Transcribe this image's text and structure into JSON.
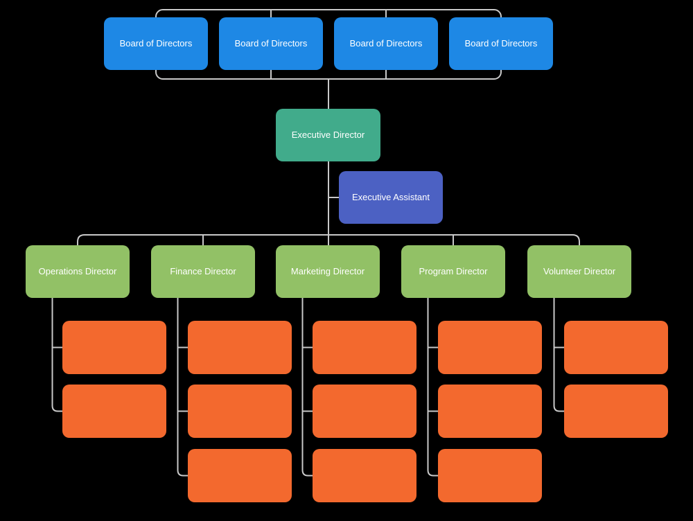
{
  "colors": {
    "background": "#000000",
    "connector": "#c9c9c9",
    "text": "#ffffff",
    "board_fill": "#1e88e5",
    "executive_fill": "#41ab8b",
    "assistant_fill": "#4c61c3",
    "director_fill": "#92c166",
    "staff_fill": "#f3692e"
  },
  "org_chart": {
    "board_members": [
      {
        "label": "Board of Directors"
      },
      {
        "label": "Board of Directors"
      },
      {
        "label": "Board of Directors"
      },
      {
        "label": "Board of Directors"
      }
    ],
    "executive": {
      "label": "Executive Director"
    },
    "assistant": {
      "label": "Executive Assistant"
    },
    "directors": [
      {
        "label": "Operations Director",
        "staff_count": 2
      },
      {
        "label": "Finance Director",
        "staff_count": 3
      },
      {
        "label": "Marketing Director",
        "staff_count": 3
      },
      {
        "label": "Program Director",
        "staff_count": 3
      },
      {
        "label": "Volunteer Director",
        "staff_count": 2
      }
    ]
  }
}
